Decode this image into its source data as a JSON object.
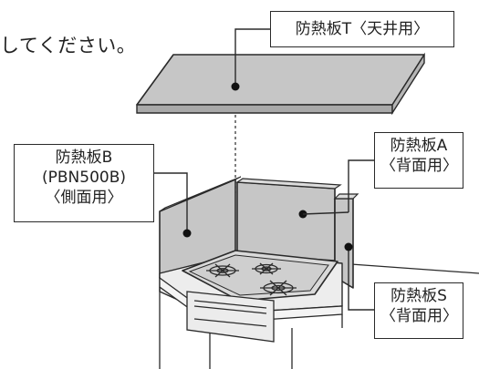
{
  "snippet_text": "してください。",
  "labels": {
    "top": {
      "line1": "防熱板T〈天井用〉"
    },
    "left": {
      "line1": "防熱板B",
      "line2": "(PBN500B)",
      "line3": "〈側面用〉"
    },
    "back": {
      "line1": "防熱板A",
      "line2": "〈背面用〉"
    },
    "side": {
      "line1": "防熱板S",
      "line2": "〈背面用〉"
    }
  },
  "colors": {
    "panel_fill": "#c6c6c6",
    "panel_fill_dark": "#a9a9a9",
    "cooktop_fill": "#d9d9d9",
    "line": "#2a2a2a",
    "dot": "#111111"
  }
}
